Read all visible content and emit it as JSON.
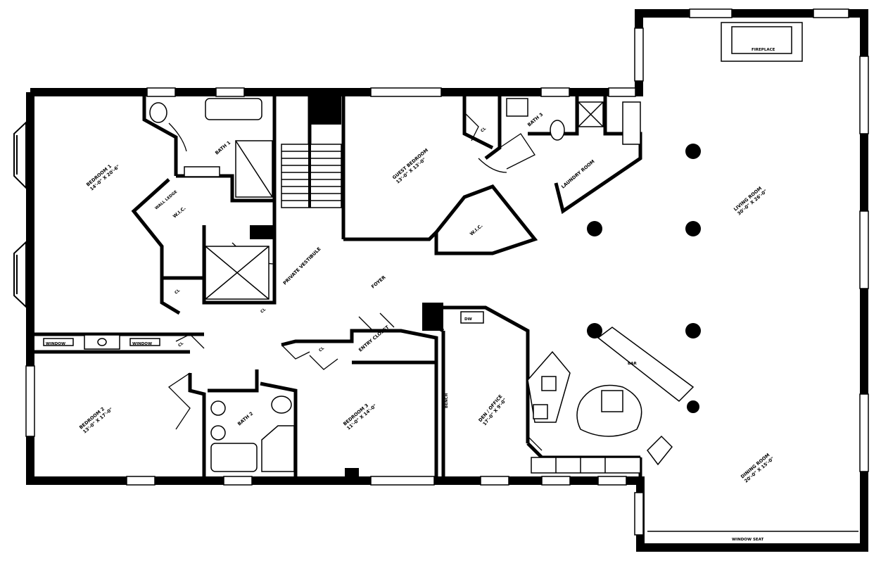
{
  "rooms": {
    "bedroom1": {
      "name": "BEDROOM 1",
      "size": "14'-0\" X 20'-6\""
    },
    "bath1": {
      "name": "BATH 1"
    },
    "wic1": {
      "name": "W.I.C."
    },
    "private_vestibule": {
      "name": "PRIVATE VESTIBULE"
    },
    "guest_bedroom": {
      "name": "GUEST BEDROOM",
      "size": "13'-0\" X 13'-0\""
    },
    "bath3": {
      "name": "BATH 3"
    },
    "laundry_room": {
      "name": "LAUNDRY ROOM"
    },
    "wic2": {
      "name": "W.I.C."
    },
    "living_room": {
      "name": "LIVING ROOM",
      "size": "30'-0\" X 26'-0\""
    },
    "foyer": {
      "name": "FOYER"
    },
    "entry_closet": {
      "name": "ENTRY CLOSET"
    },
    "bedroom2": {
      "name": "BEDROOM 2",
      "size": "13'-0\" X 17'-0\""
    },
    "bath2": {
      "name": "BATH 2"
    },
    "bedroom3": {
      "name": "BEDROOM 3",
      "size": "11'-0\" X 14'-0\""
    },
    "den_office": {
      "name": "DEN / OFFICE",
      "size": "17'-0\" X 9'-0\""
    },
    "dining_room": {
      "name": "DINING ROOM",
      "size": "20'-0\" X 15'-0\""
    }
  },
  "labels": {
    "cl": "CL",
    "fireplace": "FIREPLACE",
    "window": "WINDOW",
    "dw": "DW",
    "bench": "BENCH",
    "wall_ledge": "WALL LEDGE",
    "window_seat": "WINDOW SEAT",
    "bar": "BAR"
  }
}
